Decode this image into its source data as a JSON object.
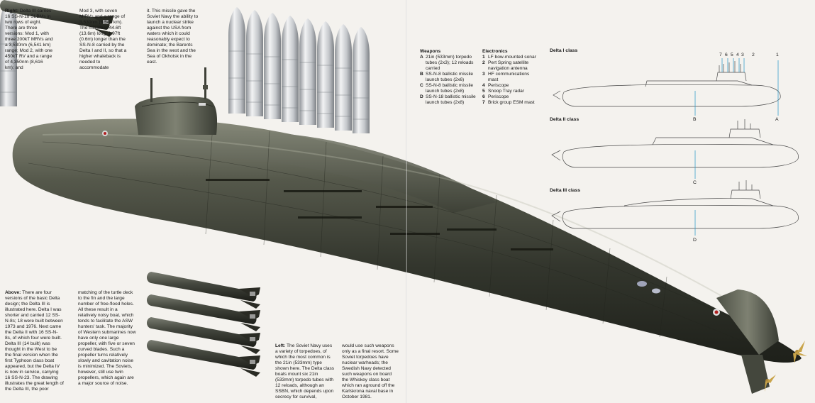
{
  "captions": {
    "right": {
      "lead": "Right:",
      "col1": "Delta III carries 16 SS-N-18 SLBMs in two rows of eight. There are three versions: Mod 1, with three 200kT MRVs and a 3,530nm (6,541 km) range; Mod 2, with one 450kT RV and a range of 4,350nm (8,616 km); and",
      "col2": "Mod 3, with seven MIRVs and a range of 3,530nm (6,541 km). The missile is 44.6ft (13.6m) long, 1.97ft (0.6m) longer than the SS-N-8 carried by the Delta I and II, so that a higher whaleback is needed to accommodate",
      "col3": "it. This missile gave the Soviet Navy the ability to launch a nuclear strike against the USA from waters which it could reasonably expect to dominate; the Barents Sea in the west and the Sea of Okhotsk in the east."
    },
    "above": {
      "lead": "Above:",
      "col1": "There are four versions of the basic Delta design; the Delta III is illustrated here. Delta I was shorter and carried 12 SS-N-8s; 18 were built between 1973 and 1976. Next came the Delta II with 16 SS-N-8s, of which four were built. Delta III (14 built) was thought in the West to be the final version when the first Typhoon class boat appeared, but the Delta IV is now in service, carrying 16 SS-N-23. The drawing illustrates the great length of the Delta III, the poor",
      "col2": "matching of the turtle deck to the fin and the large number of free-flood holes. All these result in a relatively noisy boat, which tends to facilitate the ASW hunters' task. The majority of Western submarines now have only one large propeller, with five or seven curved blades. Such a propeller turns relatively slowly and cavitation noise is minimized. The Soviets, however, still use twin propellers, which again are a major source of noise."
    },
    "left": {
      "lead": "Left:",
      "col1": "The Soviet Navy uses a variety of torpedoes, of which the most common is the 21in (533mm) type shown here. The Delta class boats mount six 21in (533mm) torpedo tubes with 12 reloads, although an SSBN, which depends upon secrecy for survival,",
      "col2": "would use such weapons only as a final resort. Some Soviet torpedoes have nuclear warheads; the Swedish Navy detected such weapons on board the Whiskey class boat which ran aground off the Karlskrona naval base in October 1981."
    }
  },
  "weapons": {
    "title": "Weapons",
    "items": [
      {
        "key": "A",
        "text": "21in (533mm) torpedo tubes (2x3); 12 reloads carried"
      },
      {
        "key": "B",
        "text": "SS-N-8 ballistic missile launch tubes (2x6)"
      },
      {
        "key": "C",
        "text": "SS-N-8 ballistic missile launch tubes (2x8)"
      },
      {
        "key": "D",
        "text": "SS-N-18 ballistic missile launch tubes (2x8)"
      }
    ]
  },
  "electronics": {
    "title": "Electronics",
    "items": [
      {
        "key": "1",
        "text": "LF bow-mounted sonar"
      },
      {
        "key": "2",
        "text": "Pert Spring satellite navigation antenna"
      },
      {
        "key": "3",
        "text": "HF communications mast"
      },
      {
        "key": "4",
        "text": "Periscope"
      },
      {
        "key": "5",
        "text": "Snoop Tray radar"
      },
      {
        "key": "6",
        "text": "Periscope"
      },
      {
        "key": "7",
        "text": "Brick group ESM mast"
      }
    ]
  },
  "profiles": {
    "delta1": {
      "title": "Delta I class",
      "top_numbers": [
        "7",
        "6",
        "5",
        "4",
        "3",
        "2",
        "1"
      ],
      "letters": [
        "B",
        "A"
      ]
    },
    "delta2": {
      "title": "Delta II class",
      "letter": "C"
    },
    "delta3": {
      "title": "Delta III class",
      "letter": "D"
    }
  },
  "colors": {
    "hull": "#3a3d33",
    "hull_light": "#6b6e60",
    "missile": "#d9dcdf",
    "callout": "#3b9fc9",
    "background": "#f4f2ee"
  }
}
